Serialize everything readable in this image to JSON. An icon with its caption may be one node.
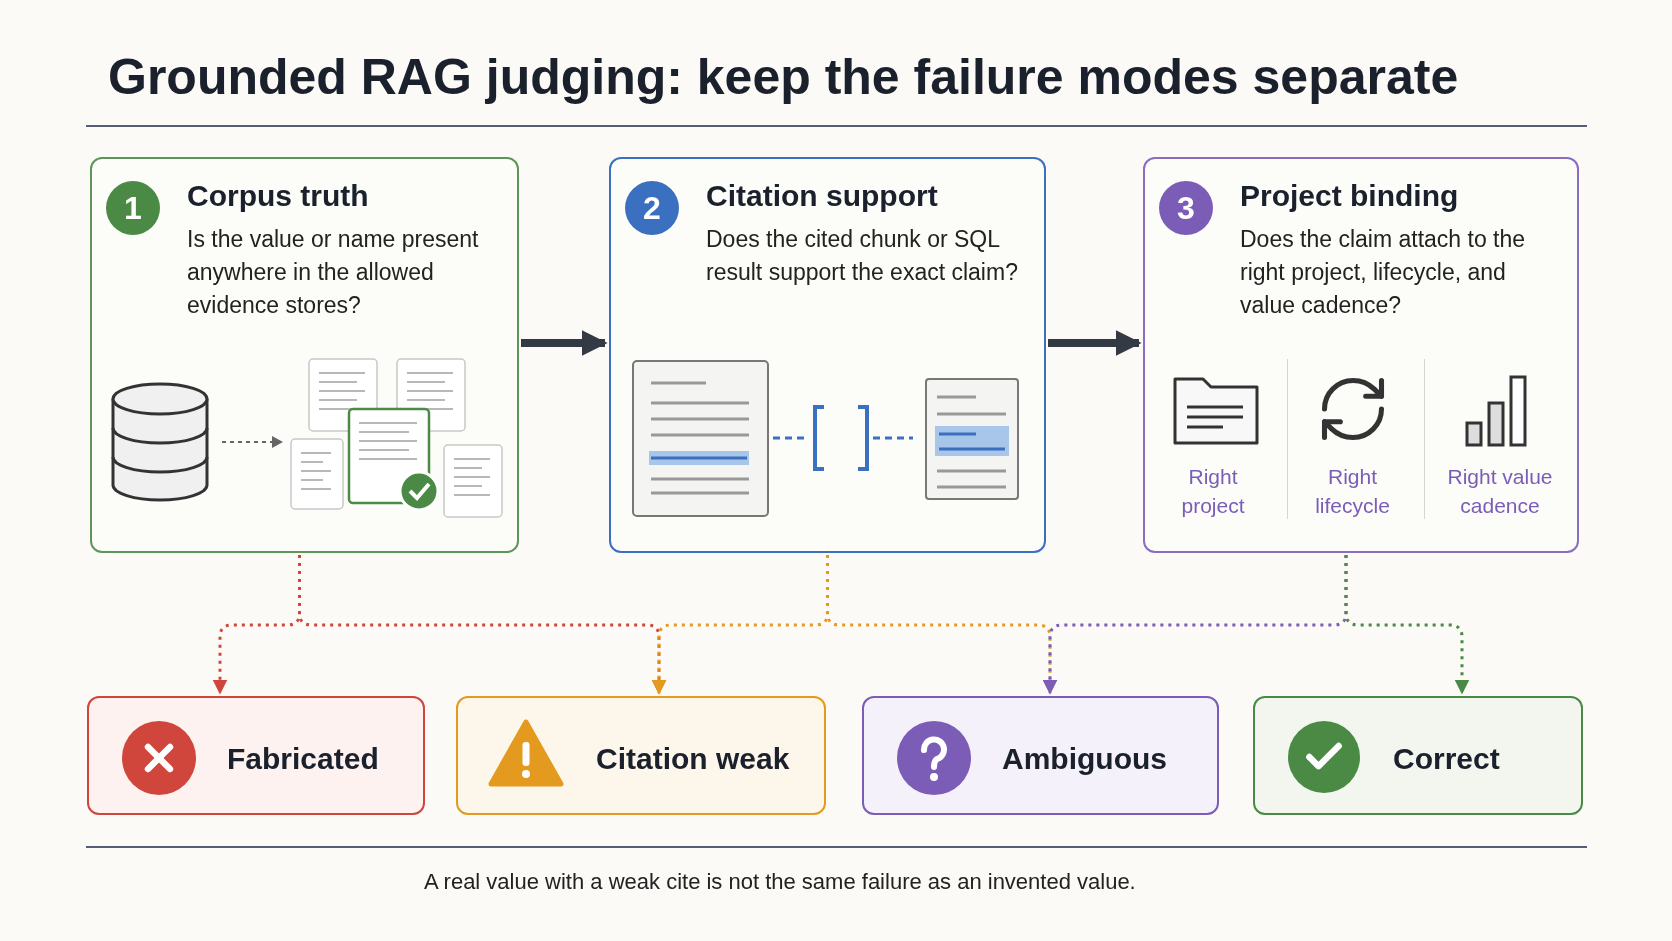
{
  "diagram": {
    "title": "Grounded RAG judging: keep the failure modes separate",
    "nodes": [
      {
        "text": [
          "Corpus truth",
          "Is the value or name present anywhere in the allowed evidence stores?"
        ]
      },
      {
        "text": [
          "1"
        ],
        "in": 0
      },
      {
        "text": [
          "Citation support",
          "Does the cited chunk or SQL result support the exact claim?"
        ]
      },
      {
        "text": [
          "2"
        ],
        "in": 2
      },
      {
        "text": [
          "Project binding",
          "Does the claim attach to the right project, lifecycle, and value cadence?"
        ]
      },
      {
        "text": [
          "3"
        ],
        "in": 4
      },
      {
        "text": [
          "Fabricated"
        ]
      },
      {
        "text": [
          "Citation weak"
        ]
      },
      {
        "text": [
          "Ambiguous"
        ]
      },
      {
        "text": [
          "Correct"
        ]
      }
    ],
    "edges": [
      {
        "from": 0,
        "to": 2,
        "arrow": "to",
        "style": "thick"
      },
      {
        "from": 2,
        "to": 4,
        "arrow": "to",
        "style": "thick"
      },
      {
        "from": 0,
        "to": 6,
        "arrow": "to",
        "style": "dashed",
        "color": "#d0463c"
      },
      {
        "from": 0,
        "to": 7,
        "arrow": "to",
        "style": "dashed",
        "color": "#d0463c"
      },
      {
        "from": 2,
        "to": 7,
        "arrow": "to",
        "style": "dashed",
        "color": "#e39a1e"
      },
      {
        "from": 2,
        "to": 8,
        "arrow": "to",
        "style": "dashed",
        "color": "#e39a1e"
      },
      {
        "from": 4,
        "to": 8,
        "arrow": "to",
        "style": "dashed",
        "color": "#7b5db8"
      },
      {
        "from": 4,
        "to": 9,
        "arrow": "to",
        "style": "dashed",
        "color": "#4a8a45"
      }
    ],
    "labels": [
      "Right project",
      "Right lifecycle",
      "Right value cadence"
    ],
    "caption": "A real value with a weak cite is not the same failure as an invented value."
  }
}
